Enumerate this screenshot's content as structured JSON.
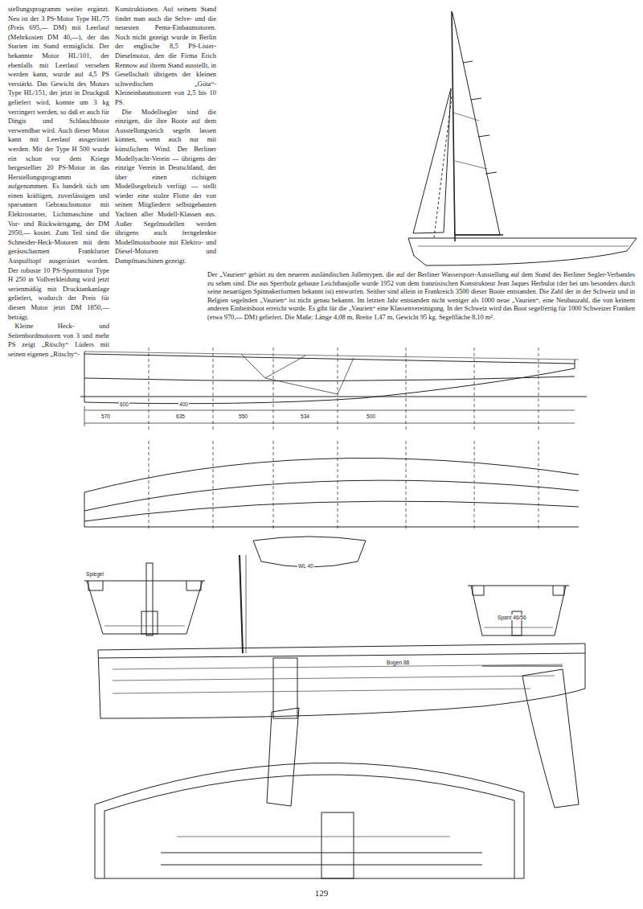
{
  "diagram": {
    "caption": "Der „Vaurien“ gehört zu den neueren ausländischen Jollentypen, die auf der Berliner Wassersport-Ausstellung auf dem Stand des Berliner Segler-Verbandes zu sehen sind. Die aus Sperrholz gebaute Leichtbaujolle wurde 1952 von dem französischen Konstrukteur Jean Jaques Herbulot (der bei uns besonders durch seine neuartigen Spinnakerformen bekannt ist) entworfen. Seither sind allein in Frankreich 3500 dieser Boote entstanden. Die Zahl der in der Schweiz und in Belgien segelnden „Vaurien“ ist nicht genau bekannt. Im letzten Jahr entstanden nicht weniger als 1000 neue „Vaurien“, eine Neubauzahl, die von keinem anderen Einheitsboot erreicht wurde. Es gibt für die „Vaurien“ eine Klassenvereinigung. In der Schweiz wird das Boot segelfertig für 1000 Schweizer Franken (etwa 970,— DM) geliefert. Die Maße: Länge 4,08 m, Breite 1,47 m, Gewicht 95 kg. Segelfläche 8,10 m².",
    "labels": [
      "stellungsprogramm weiter ergänzt. Neu ist der 3 PS-Motor Type HL/75 (Preis 695,— DM) mit Leerlauf (Mehrkosten DM 40,—), der das Starten im Stand ermöglicht. Der bekannte Motor HL/101, der ebenfalls mit Leerlauf versehen werden kann, wurde auf 4,5 PS verstärkt. Das Gewicht des Motors Type HL/151, der jetzt in Druckguß geliefert wird, konnte um 3 kg verringert werden, so daß er auch für Dingis und Schlauchboote verwendbar wird. Auch dieser Motor kann mit Leerlauf ausgerüstet werden. Mit der Type H 500 wurde ein schon vor dem Kriege hergestellter 20 PS-Motor in das Herstellungsprogramm aufgenommen. Es handelt sich um einen kräftigen, zuverlässigen und sparsamen Gebrauchsmotor mit Elektrostarter, Lichtmaschine und Vor- und Rückwärtsgang, der DM 2950,— kostet. Zum Teil sind die Schneider-Heck-Motoren mit dem geräuscharmen Frankfurter Auspufftopf ausgerüstet worden. Der robuste 10 PS-Sportmotor Type H 250 in Vollverkleidung wird jetzt serienmäßig mit Drucktankanlage geliefert, wodurch der Preis für diesen Motor jetzt DM 1850,— beträgt.",
      "Kleine Heck- und Seitenbordmotoren von 3 und mehr PS zeigt „Ritschy“ Lüders mit seinen eigenen „Ritschy“-",
      "Konstruktionen. Auf seinem Stand findet man auch die Selve- und die neuesten Penta-Einbaumotoren. Noch nicht gezeigt wurde in Berlin der englische 8,5 PS-Lister-Dieselmotor, den die Firma Erich Rennow auf ihrem Stand ausstellt, in Gesellschaft übrigens der kleinen schwedischen „Göta“-Kleineinbaumotoren von 2,5 bis 10 PS.",
      "Die Modellsegler sind die einzigen, die ihre Boote auf dem Ausstellungsteich segeln lassen können, wenn auch nur mit künstlichem Wind. Der Berliner Modellyacht-Verein — übrigens der einzige Verein in Deutschland, der über einen richtigen Modellsegelteich verfügt — stellt wieder eine stolze Flotte der von seinen Mitgliedern selbstgebauten Yachten aller Modell-Klassen aus. Außer Segelmodellen werden übrigens auch ferngelenkte Modellmotorboote mit Elektro- und Diesel-Motoren und Dampfmaschinen gezeigt.",
      "600",
      "400",
      "570",
      "635",
      "550",
      "534",
      "500",
      "WL 40",
      "Spiegel",
      "Bogen 88",
      "Spant 46/56",
      "129"
    ]
  }
}
